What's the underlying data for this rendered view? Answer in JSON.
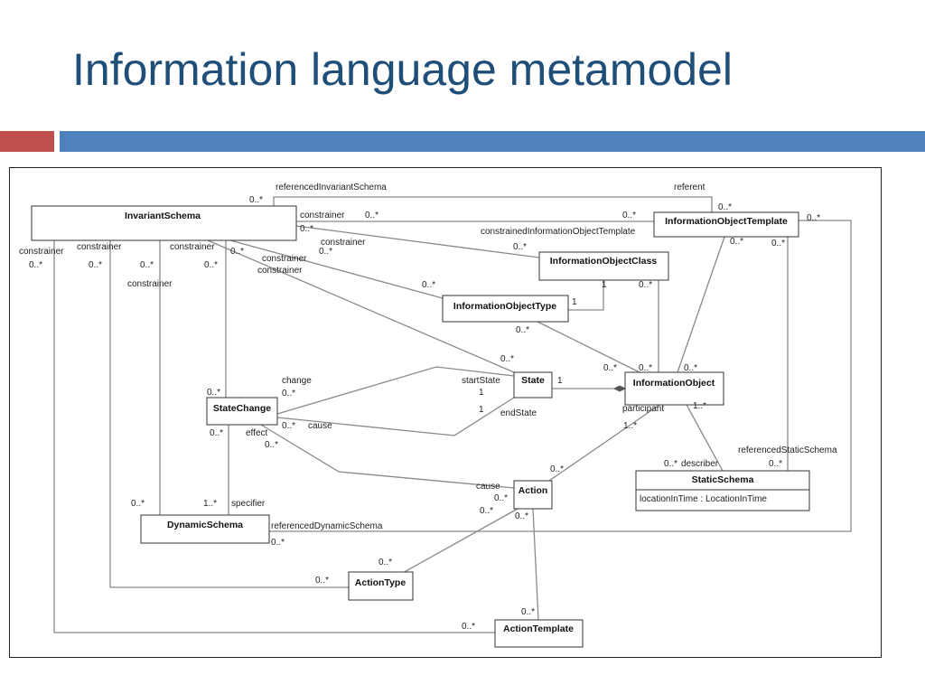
{
  "slide": {
    "title": "Information language metamodel",
    "accent_red": "#c0504d",
    "accent_blue": "#4f81bd",
    "title_color": "#1f4e79"
  },
  "diagram": {
    "classes": {
      "invariant_schema": "InvariantSchema",
      "information_object_template": "InformationObjectTemplate",
      "information_object_class": "InformationObjectClass",
      "information_object_type": "InformationObjectType",
      "state": "State",
      "information_object": "InformationObject",
      "state_change": "StateChange",
      "static_schema": "StaticSchema",
      "static_schema_attribute": "locationInTime : LocationInTime",
      "action": "Action",
      "dynamic_schema": "DynamicSchema",
      "action_type": "ActionType",
      "action_template": "ActionTemplate"
    },
    "labels": {
      "referenced_invariant_schema": "referencedInvariantSchema",
      "referent": "referent",
      "constrained_iot": "constrainedInformationObjectTemplate",
      "constrainer": "constrainer",
      "change": "change",
      "cause": "cause",
      "effect": "effect",
      "start_state": "startState",
      "end_state": "endState",
      "participant": "participant",
      "describer": "describer",
      "referenced_static_schema": "referencedStaticSchema",
      "specifier": "specifier",
      "referenced_dynamic_schema": "referencedDynamicSchema",
      "m_0_star": "0..*",
      "m_1": "1",
      "m_1_star": "1..*"
    }
  }
}
